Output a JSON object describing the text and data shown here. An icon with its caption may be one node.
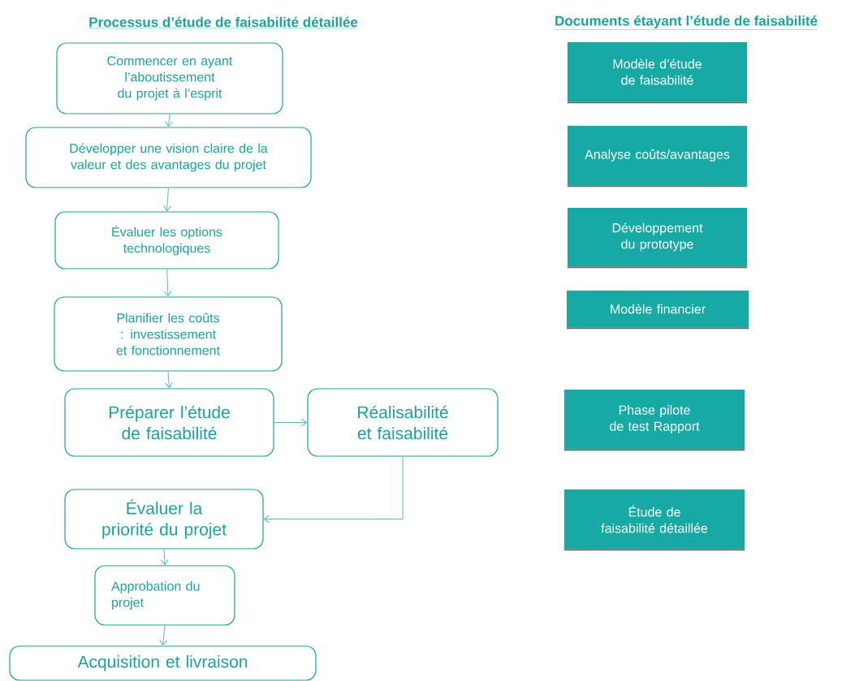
{
  "diagram": {
    "title": "Processus d’étude de faisabilité détaillée",
    "nodes": [
      {
        "text": [
          "Commencer en ayant l’aboutissement du projet à l’esprit"
        ]
      },
      {
        "text": [
          "Développer une vision claire de la valeur et des avantages du projet"
        ]
      },
      {
        "text": [
          "Évaluer les options technologiques"
        ]
      },
      {
        "text": [
          "Planifier les coûts : investissement et fonctionnement"
        ]
      },
      {
        "text": [
          "Préparer l’étude de faisabilité"
        ]
      },
      {
        "text": [
          "Réalisabilité et faisabilité"
        ]
      },
      {
        "text": [
          "Évaluer la priorité du projet"
        ]
      },
      {
        "text": [
          "Approbation du projet"
        ]
      },
      {
        "text": [
          "Acquisition et livraison"
        ]
      },
      {
        "text": [
          "Modèle d’étude de faisabilité"
        ]
      },
      {
        "text": [
          "Analyse coûts/avantages"
        ]
      },
      {
        "text": [
          "Développement du prototype"
        ]
      },
      {
        "text": [
          "Modèle financier"
        ]
      },
      {
        "text": [
          "Phase pilote de test Rapport"
        ]
      },
      {
        "text": [
          "Étude de faisabilité détaillée"
        ]
      }
    ],
    "edges": [
      {
        "from": 0,
        "to": 1,
        "arrow": "to"
      },
      {
        "from": 1,
        "to": 2,
        "arrow": "to"
      },
      {
        "from": 2,
        "to": 3,
        "arrow": "to"
      },
      {
        "from": 3,
        "to": 4,
        "arrow": "to"
      },
      {
        "from": 4,
        "to": 5,
        "arrow": "to"
      },
      {
        "from": 5,
        "to": 6,
        "arrow": "to"
      },
      {
        "from": 6,
        "to": 7,
        "arrow": "to"
      },
      {
        "from": 7,
        "to": 8,
        "arrow": "to"
      }
    ],
    "labels": [
      "Documents étayant l’étude de faisabilité"
    ]
  }
}
